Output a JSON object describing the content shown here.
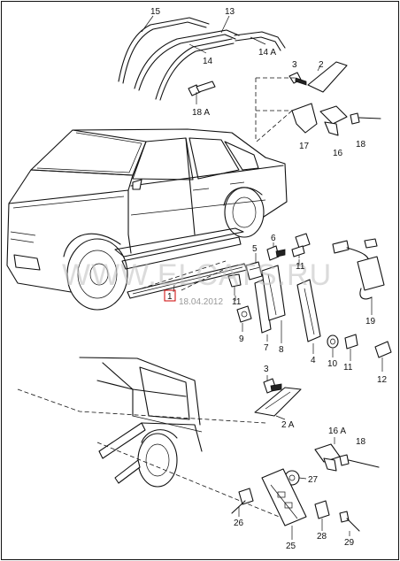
{
  "labels": {
    "l15": "15",
    "l13": "13",
    "l14a_top": "14 A",
    "l14": "14",
    "l3_top": "3",
    "l2": "2",
    "l18a": "18 A",
    "l17": "17",
    "l16": "16",
    "l18_top": "18",
    "l5": "5",
    "l6": "6",
    "l11_a": "11",
    "l11_b": "11",
    "l11_c": "11",
    "l1": "1",
    "l9": "9",
    "l7": "7",
    "l8": "8",
    "l4": "4",
    "l10": "10",
    "l19": "19",
    "l12": "12",
    "l3_mid": "3",
    "l2a": "2 A",
    "l16a": "16 A",
    "l18_bot": "18",
    "l27": "27",
    "l26": "26",
    "l25": "25",
    "l28": "28",
    "l29": "29"
  },
  "watermark": {
    "site": "WWW.ELCATS.RU",
    "date": "18.04.2012"
  }
}
